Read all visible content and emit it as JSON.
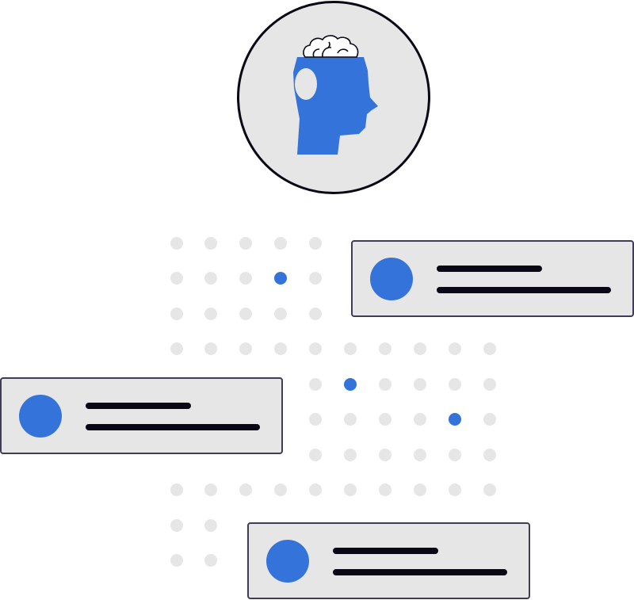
{
  "illustration": {
    "head_badge": {
      "icon": "brain-head-icon",
      "fill": "#e6e6e6",
      "outline": "#090814",
      "head_color": "#3474da"
    },
    "cards": [
      {
        "name": "card-top-right",
        "avatar_icon": "avatar-icon"
      },
      {
        "name": "card-middle-left",
        "avatar_icon": "avatar-icon"
      },
      {
        "name": "card-bottom",
        "avatar_icon": "avatar-icon"
      }
    ],
    "colors": {
      "accent": "#3474da",
      "dot": "#e6e6e6",
      "card_fill": "#e6e6e6",
      "card_border": "#3f3d56",
      "text_line": "#090814"
    }
  }
}
